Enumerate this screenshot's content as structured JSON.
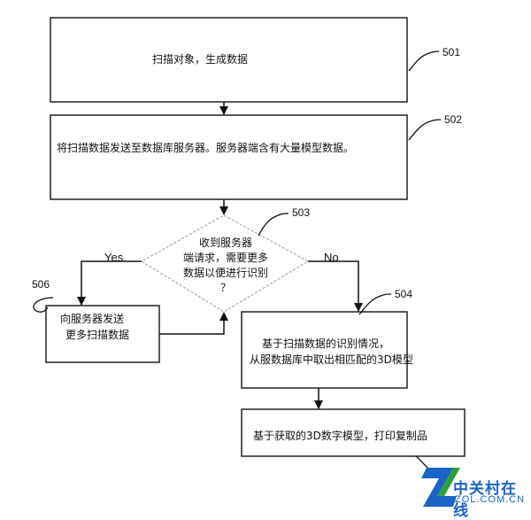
{
  "flowchart": {
    "nodes": {
      "n501": {
        "ref": "501",
        "text": "扫描对象，生成数据"
      },
      "n502": {
        "ref": "502",
        "text": "将扫描数据发送至数据库服务器。服务器端含有大量模型数据。"
      },
      "n503": {
        "ref": "503",
        "lines": [
          "收到服务器",
          "端请求，需要更多",
          "数据以便进行识别",
          "？"
        ]
      },
      "n504": {
        "ref": "504",
        "lines": [
          "基于扫描数据的识别情况，",
          "从服数据库中取出相匹配的3D模型"
        ]
      },
      "n505": {
        "text": "基于获取的3D数字模型，打印复制品"
      },
      "n506": {
        "ref": "506",
        "lines": [
          "向服务器发送",
          "更多扫描数据"
        ]
      }
    },
    "branches": {
      "yes": "Yes",
      "no": "No"
    }
  },
  "watermark": {
    "brand_cn": "中关村在线",
    "brand_en": "ZOL.COM.CN",
    "colors": {
      "blue": "#1a63c7",
      "green": "#2e9e3e"
    }
  }
}
